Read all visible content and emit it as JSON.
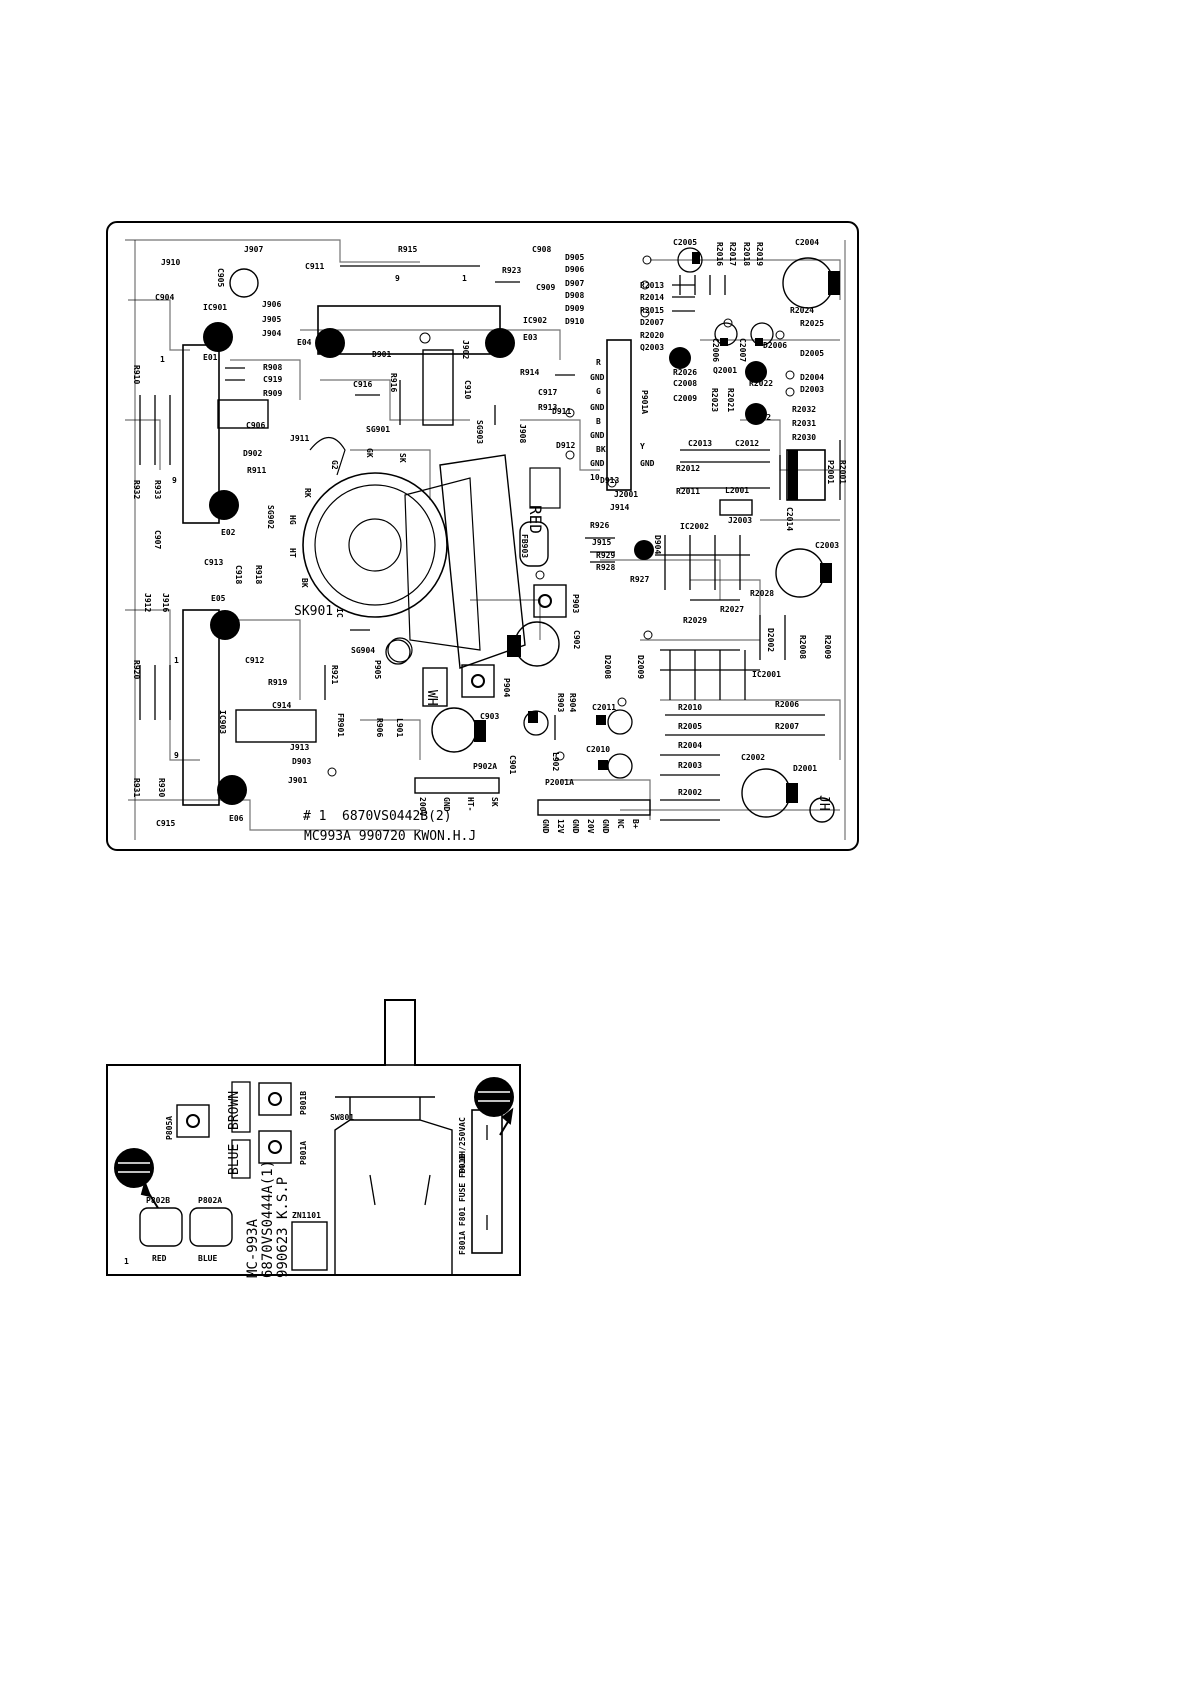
{
  "main_board": {
    "id_line_1": "6870VS0442B(2)",
    "id_line_2": "MC993A 990720 KWON.H.J",
    "index_mark": "# 1",
    "socket_label": "SK901",
    "socket_pins": [
      "RK",
      "G2",
      "GK",
      "SK",
      "HG",
      "HT",
      "BK",
      "IC"
    ],
    "red_marking": "RED",
    "wh_marking": "WH",
    "jh_marking": "JH",
    "p902a_pins": [
      "200V",
      "GND",
      "HT-",
      "SK"
    ],
    "p2001a_pins": [
      "GND",
      "12V",
      "GND",
      "20V",
      "GND",
      "NC",
      "B+"
    ],
    "p901a_pins": [
      "R",
      "GND",
      "G",
      "GND",
      "B",
      "GND",
      "BK",
      "GND",
      "10",
      "Y",
      "GND"
    ],
    "ic_pins": {
      "one": "1",
      "nine": "9"
    },
    "components": [
      {
        "label": "J907"
      },
      {
        "label": "J910"
      },
      {
        "label": "C905"
      },
      {
        "label": "C911"
      },
      {
        "label": "R915"
      },
      {
        "label": "C908"
      },
      {
        "label": "R923"
      },
      {
        "label": "C904"
      },
      {
        "label": "IC901"
      },
      {
        "label": "J906"
      },
      {
        "label": "J905"
      },
      {
        "label": "J904"
      },
      {
        "label": "E04"
      },
      {
        "label": "E03"
      },
      {
        "label": "IC902"
      },
      {
        "label": "D901"
      },
      {
        "label": "E01"
      },
      {
        "label": "R910"
      },
      {
        "label": "R908"
      },
      {
        "label": "C919"
      },
      {
        "label": "R909"
      },
      {
        "label": "C916"
      },
      {
        "label": "R916"
      },
      {
        "label": "SG901"
      },
      {
        "label": "C910"
      },
      {
        "label": "J902"
      },
      {
        "label": "R914"
      },
      {
        "label": "C917"
      },
      {
        "label": "R913"
      },
      {
        "label": "C906"
      },
      {
        "label": "J911"
      },
      {
        "label": "D902"
      },
      {
        "label": "R911"
      },
      {
        "label": "SG903"
      },
      {
        "label": "J908"
      },
      {
        "label": "D911"
      },
      {
        "label": "D912"
      },
      {
        "label": "R932"
      },
      {
        "label": "R933"
      },
      {
        "label": "SG902"
      },
      {
        "label": "E02"
      },
      {
        "label": "C907"
      },
      {
        "label": "D913"
      },
      {
        "label": "J2001"
      },
      {
        "label": "J914"
      },
      {
        "label": "R926"
      },
      {
        "label": "FB903"
      },
      {
        "label": "J915"
      },
      {
        "label": "R929"
      },
      {
        "label": "R928"
      },
      {
        "label": "C913"
      },
      {
        "label": "C918"
      },
      {
        "label": "R918"
      },
      {
        "label": "J912"
      },
      {
        "label": "J916"
      },
      {
        "label": "E05"
      },
      {
        "label": "R927"
      },
      {
        "label": "P903"
      },
      {
        "label": "R920"
      },
      {
        "label": "C912"
      },
      {
        "label": "SG904"
      },
      {
        "label": "P905"
      },
      {
        "label": "C902"
      },
      {
        "label": "R919"
      },
      {
        "label": "R921"
      },
      {
        "label": "P904"
      },
      {
        "label": "C914"
      },
      {
        "label": "IC903"
      },
      {
        "label": "FR901"
      },
      {
        "label": "R906"
      },
      {
        "label": "L901"
      },
      {
        "label": "C903"
      },
      {
        "label": "R904"
      },
      {
        "label": "R903"
      },
      {
        "label": "C901"
      },
      {
        "label": "L902"
      },
      {
        "label": "J913"
      },
      {
        "label": "D903"
      },
      {
        "label": "J901"
      },
      {
        "label": "P902A"
      },
      {
        "label": "R931"
      },
      {
        "label": "R930"
      },
      {
        "label": "C915"
      },
      {
        "label": "E06"
      },
      {
        "label": "D905"
      },
      {
        "label": "D906"
      },
      {
        "label": "D907"
      },
      {
        "label": "D908"
      },
      {
        "label": "D909"
      },
      {
        "label": "D910"
      },
      {
        "label": "C909"
      },
      {
        "label": "P901A"
      },
      {
        "label": "C2005"
      },
      {
        "label": "R2016"
      },
      {
        "label": "R2017"
      },
      {
        "label": "R2018"
      },
      {
        "label": "R2019"
      },
      {
        "label": "C2004"
      },
      {
        "label": "R2013"
      },
      {
        "label": "R2014"
      },
      {
        "label": "R2015"
      },
      {
        "label": "D2007"
      },
      {
        "label": "R2020"
      },
      {
        "label": "Q2003"
      },
      {
        "label": "C2006"
      },
      {
        "label": "C2007"
      },
      {
        "label": "D2006"
      },
      {
        "label": "R2024"
      },
      {
        "label": "R2025"
      },
      {
        "label": "D2005"
      },
      {
        "label": "D2004"
      },
      {
        "label": "D2003"
      },
      {
        "label": "R2026"
      },
      {
        "label": "Q2001"
      },
      {
        "label": "R2022"
      },
      {
        "label": "C2008"
      },
      {
        "label": "C2009"
      },
      {
        "label": "R2023"
      },
      {
        "label": "R2021"
      },
      {
        "label": "Q2002"
      },
      {
        "label": "R2032"
      },
      {
        "label": "R2031"
      },
      {
        "label": "R2030"
      },
      {
        "label": "C2013"
      },
      {
        "label": "C2012"
      },
      {
        "label": "P2001"
      },
      {
        "label": "R2001"
      },
      {
        "label": "R2012"
      },
      {
        "label": "R2011"
      },
      {
        "label": "L2001"
      },
      {
        "label": "C2014"
      },
      {
        "label": "IC2002"
      },
      {
        "label": "J2003"
      },
      {
        "label": "D904"
      },
      {
        "label": "C2003"
      },
      {
        "label": "R2028"
      },
      {
        "label": "R2027"
      },
      {
        "label": "R2029"
      },
      {
        "label": "D2002"
      },
      {
        "label": "R2008"
      },
      {
        "label": "R2009"
      },
      {
        "label": "D2008"
      },
      {
        "label": "D2009"
      },
      {
        "label": "IC2001"
      },
      {
        "label": "R2010"
      },
      {
        "label": "R2006"
      },
      {
        "label": "C2011"
      },
      {
        "label": "R2005"
      },
      {
        "label": "R2007"
      },
      {
        "label": "C2010"
      },
      {
        "label": "R2004"
      },
      {
        "label": "C2002"
      },
      {
        "label": "D2001"
      },
      {
        "label": "R2003"
      },
      {
        "label": "R2002"
      },
      {
        "label": "P2001A"
      }
    ]
  },
  "power_board": {
    "model": "MC-993A",
    "part_number": "6870VS0444A(1)",
    "date_line": "990623 K.S.P",
    "brown_marking": "BROWN",
    "blue_marking": "BLUE",
    "p802b": "P802B",
    "p802a": "P802A",
    "red_label": "RED",
    "blue_label": "BLUE",
    "p805a": "P805A",
    "p801b": "P801B",
    "p801a": "P801A",
    "sw801": "SW801",
    "zn1101": "ZN1101",
    "fuse_text": "T4.0H/250VAC",
    "fuse_labels": "F801A  F801  FUSE  F801B",
    "corner_number": "1"
  }
}
